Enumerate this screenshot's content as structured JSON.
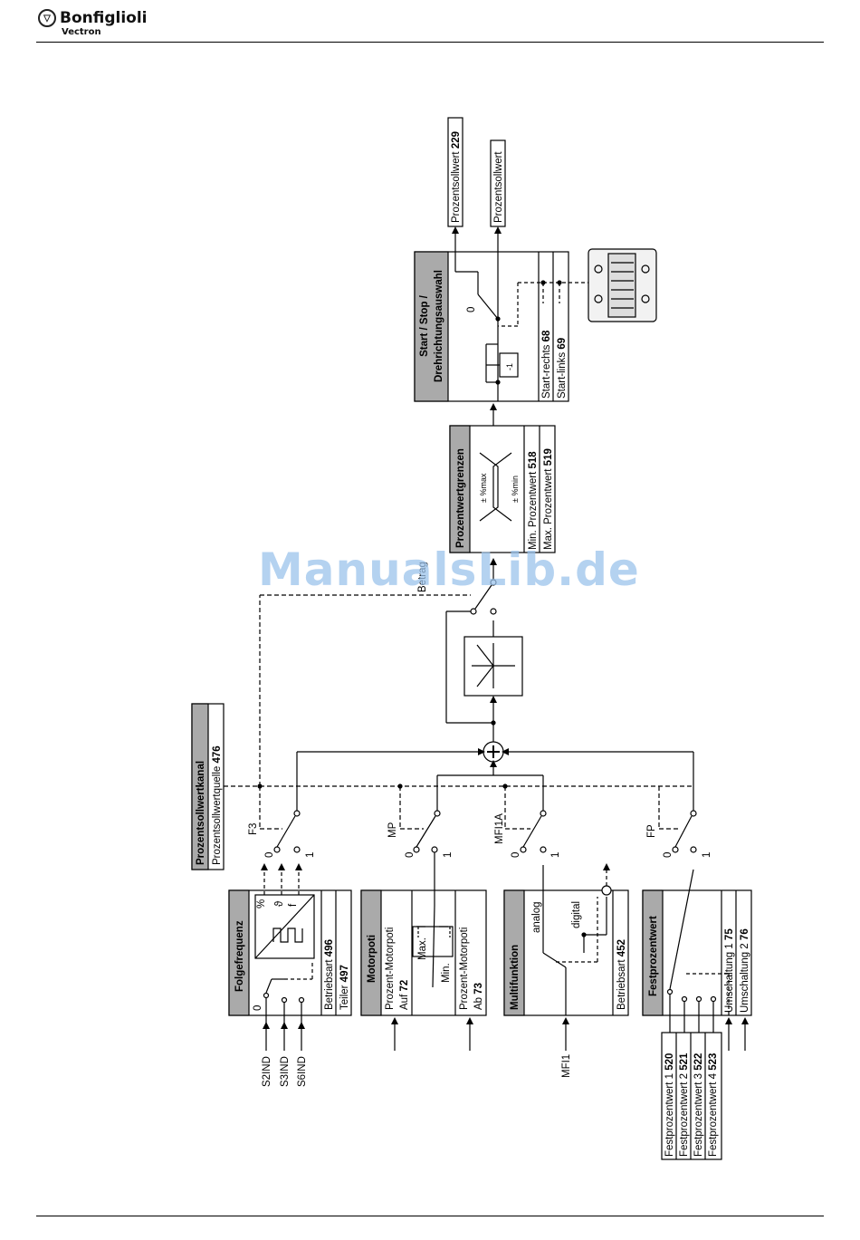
{
  "header": {
    "brand": "Bonfiglioli",
    "sub": "Vectron"
  },
  "watermark": "ManualsLib.de",
  "folgefrequenz": {
    "title": "Folgefrequenz",
    "betriebsart": "Betriebsart",
    "betriebsart_num": "496",
    "teiler": "Teiler",
    "teiler_num": "497",
    "sym_percent": "%",
    "sym_theta": "ϑ",
    "sym_f": "f",
    "contact_0": "0"
  },
  "inputs_left": {
    "s2": "S2IND",
    "s3": "S3IND",
    "s6": "S6IND",
    "mfi1": "MFI1"
  },
  "motorpoti": {
    "title": "Motorpoti",
    "auf_1": "Prozent-Motorpoti",
    "auf_2": "Auf",
    "auf_num": "72",
    "ab_1": "Prozent-Motorpoti",
    "ab_2": "Ab",
    "ab_num": "73",
    "max": "Max.",
    "min": "Min."
  },
  "multifunktion": {
    "title": "Multifunktion",
    "analog": "analog",
    "digital": "digital",
    "betriebsart": "Betriebsart",
    "betriebsart_num": "452"
  },
  "festprozent": {
    "title": "Festprozentwert",
    "umschaltung1": "Umschaltung 1",
    "umschaltung1_num": "75",
    "umschaltung2": "Umschaltung 2",
    "umschaltung2_num": "76",
    "fp1": "Festprozentwert 1",
    "fp1_num": "520",
    "fp2": "Festprozentwert 2",
    "fp2_num": "521",
    "fp3": "Festprozentwert 3",
    "fp3_num": "522",
    "fp4": "Festprozentwert 4",
    "fp4_num": "523"
  },
  "kanal": {
    "title": "Prozentsollwertkanal",
    "quelle": "Prozentsollwertquelle",
    "quelle_num": "476"
  },
  "switches": {
    "f3": "F3",
    "mp": "MP",
    "mfi1a": "MFI1A",
    "fp": "FP",
    "zero": "0",
    "one": "1"
  },
  "grenzen": {
    "title": "Prozentwertgrenzen",
    "max_sym": "± %max",
    "min_sym": "± %min",
    "min_label": "Min. Prozentwert",
    "min_num": "518",
    "max_label": "Max. Prozentwert",
    "max_num": "519"
  },
  "betrag": "Betrag",
  "startstop": {
    "title1": "Start / Stop /",
    "title2": "Drehrichtungsauswahl",
    "rechts": "Start-rechts",
    "rechts_num": "68",
    "links": "Start-links",
    "links_num": "69",
    "inv": "-1",
    "zero": "0"
  },
  "outputs": {
    "out1": "Prozentsollwert",
    "out1_num": "229",
    "out2": "Prozentsollwert"
  }
}
